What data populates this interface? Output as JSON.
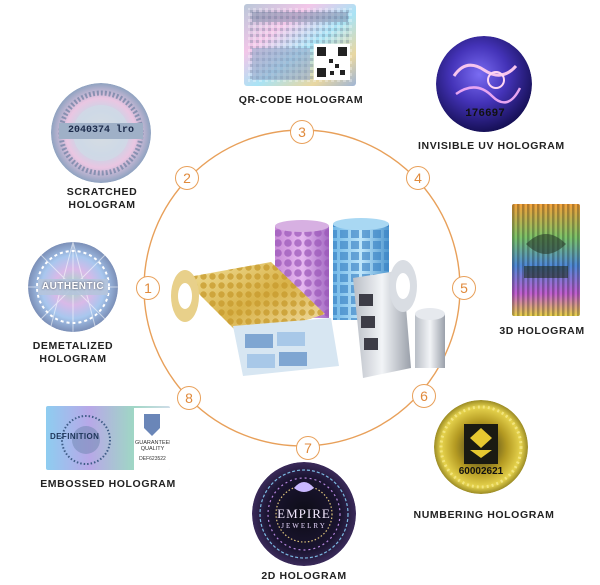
{
  "items": [
    {
      "number": "1",
      "label": "DEMETALIZED\nHOLOGRAM",
      "badge_text": "AUTHENTIC"
    },
    {
      "number": "2",
      "label": "SCRATCHED\nHOLOGRAM",
      "badge_text": "2040374 lro"
    },
    {
      "number": "3",
      "label": "QR-CODE HOLOGRAM"
    },
    {
      "number": "4",
      "label": "INVISIBLE UV HOLOGRAM",
      "badge_text": "176697"
    },
    {
      "number": "5",
      "label": "3D HOLOGRAM"
    },
    {
      "number": "6",
      "label": "NUMBERING HOLOGRAM",
      "badge_text": "60002621"
    },
    {
      "number": "7",
      "label": "2D HOLOGRAM",
      "badge_text": "EMPIRE",
      "badge_subtext": "JEWELRY"
    },
    {
      "number": "8",
      "label": "EMBOSSED HOLOGRAM",
      "badge_text": "DEFINITION",
      "badge_subtext": "GUARANTEED QUALITY",
      "badge_code": "DEF623522"
    }
  ],
  "colors": {
    "ring": "#e8a05a",
    "number": "#e08a3c",
    "label": "#222222"
  }
}
